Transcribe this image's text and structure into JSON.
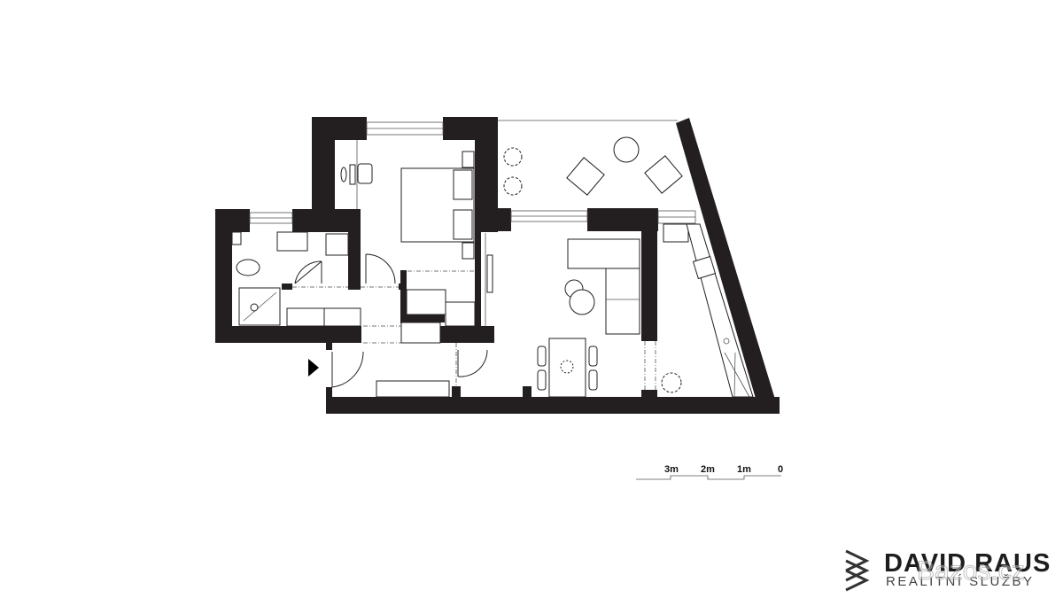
{
  "plan": {
    "entrance_marker": "entrance-arrow",
    "wall_color": "#231f20"
  },
  "scale_bar": {
    "labels": [
      "3m",
      "2m",
      "1m",
      "0"
    ]
  },
  "logo": {
    "name": "DAVID RAUS",
    "subtitle": "REALITNÍ SLUŽBY",
    "icon": "chevron-stack-icon"
  },
  "watermark": "Bazos.cz"
}
